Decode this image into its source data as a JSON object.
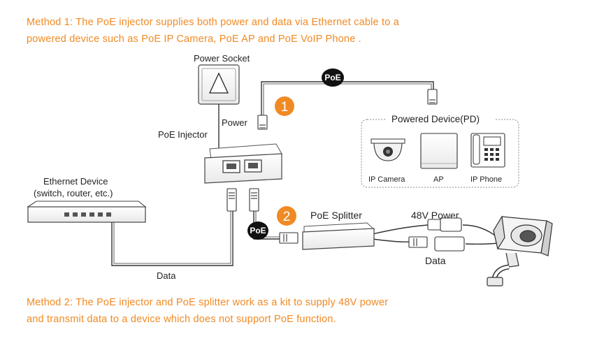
{
  "method1": {
    "line1": "Method 1: The PoE injector supplies both power and data via Ethernet cable to a",
    "line2": "powered device such as PoE IP Camera, PoE AP and PoE VoIP Phone ."
  },
  "method2": {
    "line1": "Method 2: The PoE injector and PoE splitter work as a kit to supply 48V power",
    "line2": "and transmit data to a device which does not support PoE function."
  },
  "labels": {
    "power_socket": "Power Socket",
    "power": "Power",
    "poe_injector": "PoE Injector",
    "ethernet_device_line1": "Ethernet Device",
    "ethernet_device_line2": "(switch, router, etc.)",
    "data_left": "Data",
    "powered_device": "Powered Device(PD)",
    "ip_camera": "IP Camera",
    "ap": "AP",
    "ip_phone": "IP Phone",
    "poe_splitter": "PoE Splitter",
    "power_48v": "48V Power",
    "data_right": "Data",
    "poe_badge_top": "PoE",
    "poe_badge_bottom": "PoE",
    "step1": "1",
    "step2": "2"
  },
  "colors": {
    "accent": "#f08a24",
    "text": "#231f20",
    "badge": "#111111",
    "line": "#333333"
  }
}
